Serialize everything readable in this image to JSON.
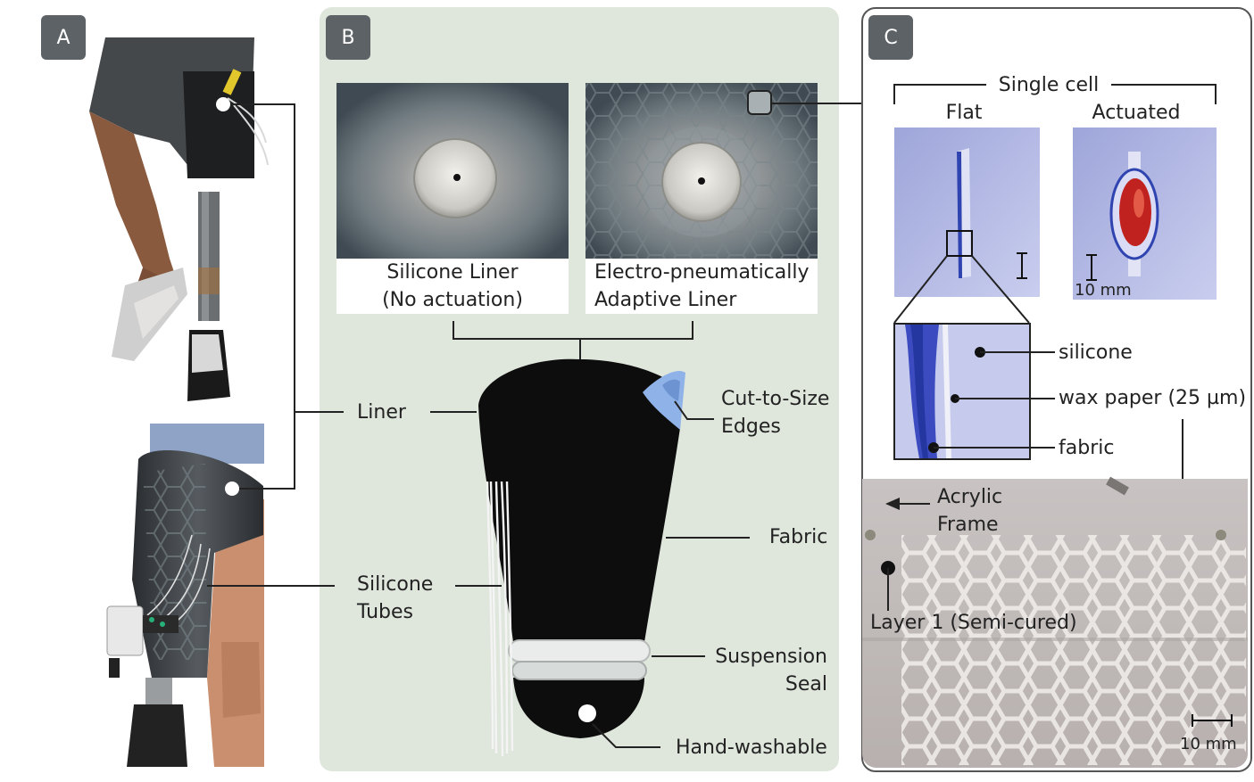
{
  "panels": {
    "a": {
      "tag": "A"
    },
    "b": {
      "tag": "B",
      "caption_left": [
        "Silicone Liner",
        "(No actuation)"
      ],
      "caption_right": [
        "Electro-pneumatically",
        "Adaptive Liner"
      ],
      "labels": {
        "cut_to_size": [
          "Cut-to-Size",
          "Edges"
        ],
        "fabric": "Fabric",
        "suspension_seal": [
          "Suspension",
          "Seal"
        ],
        "hand_washable": "Hand-washable"
      }
    },
    "c": {
      "tag": "C",
      "single_cell": "Single cell",
      "flat": "Flat",
      "actuated": "Actuated",
      "scale_top": "10 mm",
      "silicone": "silicone",
      "wax_paper": "wax paper (25 µm)",
      "fabric": "fabric",
      "acrylic_frame": [
        "Acrylic",
        "Frame"
      ],
      "layer1": "Layer 1 (Semi-cured)",
      "scale_bottom": "10 mm"
    }
  },
  "center_labels": {
    "liner": "Liner",
    "silicone_tubes": [
      "Silicone",
      "Tubes"
    ]
  },
  "colors": {
    "panel_b_bg": "#dfe6dc",
    "tag_bg": "#5d6266",
    "liner_black": "#0d0d0d",
    "cell_blue": "#9aa4d8",
    "cell_red": "#c0231f"
  }
}
